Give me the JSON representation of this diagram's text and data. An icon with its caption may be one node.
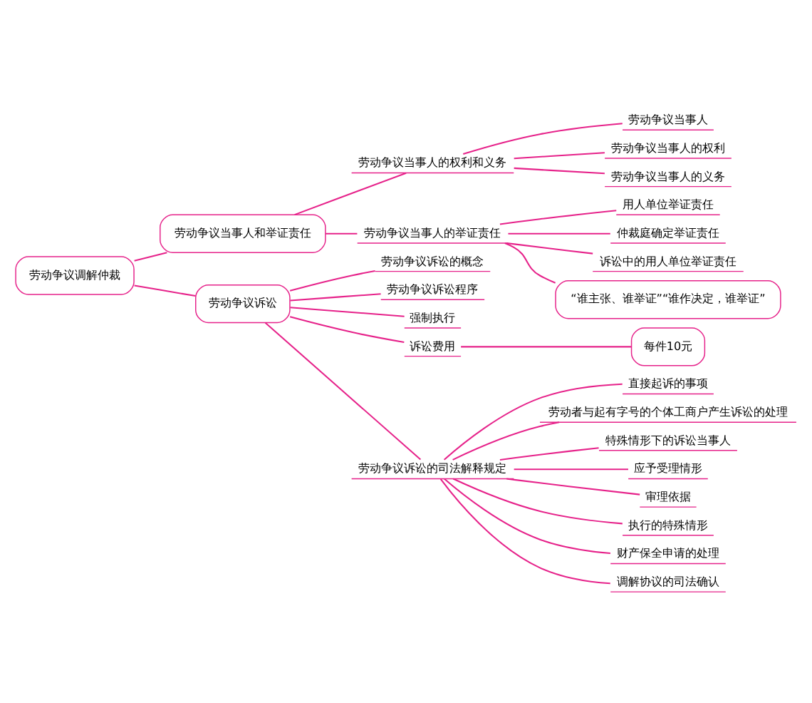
{
  "diagram": {
    "nodes": [
      {
        "text": [
          "劳动争议调解仲裁"
        ]
      },
      {
        "text": [
          "劳动争议当事人和举证责任"
        ]
      },
      {
        "text": [
          "劳动争议当事人的权利和义务"
        ]
      },
      {
        "text": [
          "劳动争议当事人"
        ]
      },
      {
        "text": [
          "劳动争议当事人的权利"
        ]
      },
      {
        "text": [
          "劳动争议当事人的义务"
        ]
      },
      {
        "text": [
          "劳动争议当事人的举证责任"
        ]
      },
      {
        "text": [
          "用人单位举证责任"
        ]
      },
      {
        "text": [
          "仲裁庭确定举证责任"
        ]
      },
      {
        "text": [
          "诉讼中的用人单位举证责任"
        ]
      },
      {
        "text": [
          "“谁主张、谁举证”“谁作决定，谁举证”"
        ]
      },
      {
        "text": [
          "劳动争议诉讼"
        ]
      },
      {
        "text": [
          "劳动争议诉讼的概念"
        ]
      },
      {
        "text": [
          "劳动争议诉讼程序"
        ]
      },
      {
        "text": [
          "强制执行"
        ]
      },
      {
        "text": [
          "每件10元"
        ]
      },
      {
        "text": [
          "诉讼费用"
        ]
      },
      {
        "text": [
          "劳动争议诉讼的司法解释规定"
        ]
      },
      {
        "text": [
          "直接起诉的事项"
        ]
      },
      {
        "text": [
          "劳动者与起有字号的个体工商户产生诉讼的处理"
        ]
      },
      {
        "text": [
          "特殊情形下的诉讼当事人"
        ]
      },
      {
        "text": [
          "应予受理情形"
        ]
      },
      {
        "text": [
          "审理依据"
        ]
      },
      {
        "text": [
          "执行的特殊情形"
        ]
      },
      {
        "text": [
          "财产保全申请的处理"
        ]
      },
      {
        "text": [
          "调解协议的司法确认"
        ]
      }
    ],
    "edges": [
      {
        "from": 0,
        "to": 1,
        "arrow": "none"
      },
      {
        "from": 1,
        "to": 2,
        "arrow": "none"
      },
      {
        "from": 2,
        "to": 3,
        "arrow": "none"
      },
      {
        "from": 2,
        "to": 4,
        "arrow": "none"
      },
      {
        "from": 2,
        "to": 5,
        "arrow": "none"
      },
      {
        "from": 1,
        "to": 6,
        "arrow": "none"
      },
      {
        "from": 6,
        "to": 7,
        "arrow": "none"
      },
      {
        "from": 6,
        "to": 8,
        "arrow": "none"
      },
      {
        "from": 6,
        "to": 9,
        "arrow": "none"
      },
      {
        "from": 6,
        "to": 10,
        "arrow": "none"
      },
      {
        "from": 0,
        "to": 11,
        "arrow": "none"
      },
      {
        "from": 11,
        "to": 12,
        "arrow": "none"
      },
      {
        "from": 11,
        "to": 13,
        "arrow": "none"
      },
      {
        "from": 11,
        "to": 14,
        "arrow": "none"
      },
      {
        "from": 11,
        "to": 16,
        "arrow": "none"
      },
      {
        "from": 16,
        "to": 15,
        "arrow": "none"
      },
      {
        "from": 11,
        "to": 17,
        "arrow": "none"
      },
      {
        "from": 17,
        "to": 18,
        "arrow": "none"
      },
      {
        "from": 17,
        "to": 19,
        "arrow": "none"
      },
      {
        "from": 17,
        "to": 20,
        "arrow": "none"
      },
      {
        "from": 17,
        "to": 21,
        "arrow": "none"
      },
      {
        "from": 17,
        "to": 22,
        "arrow": "none"
      },
      {
        "from": 17,
        "to": 23,
        "arrow": "none"
      },
      {
        "from": 17,
        "to": 24,
        "arrow": "none"
      },
      {
        "from": 17,
        "to": 25,
        "arrow": "none"
      }
    ]
  }
}
